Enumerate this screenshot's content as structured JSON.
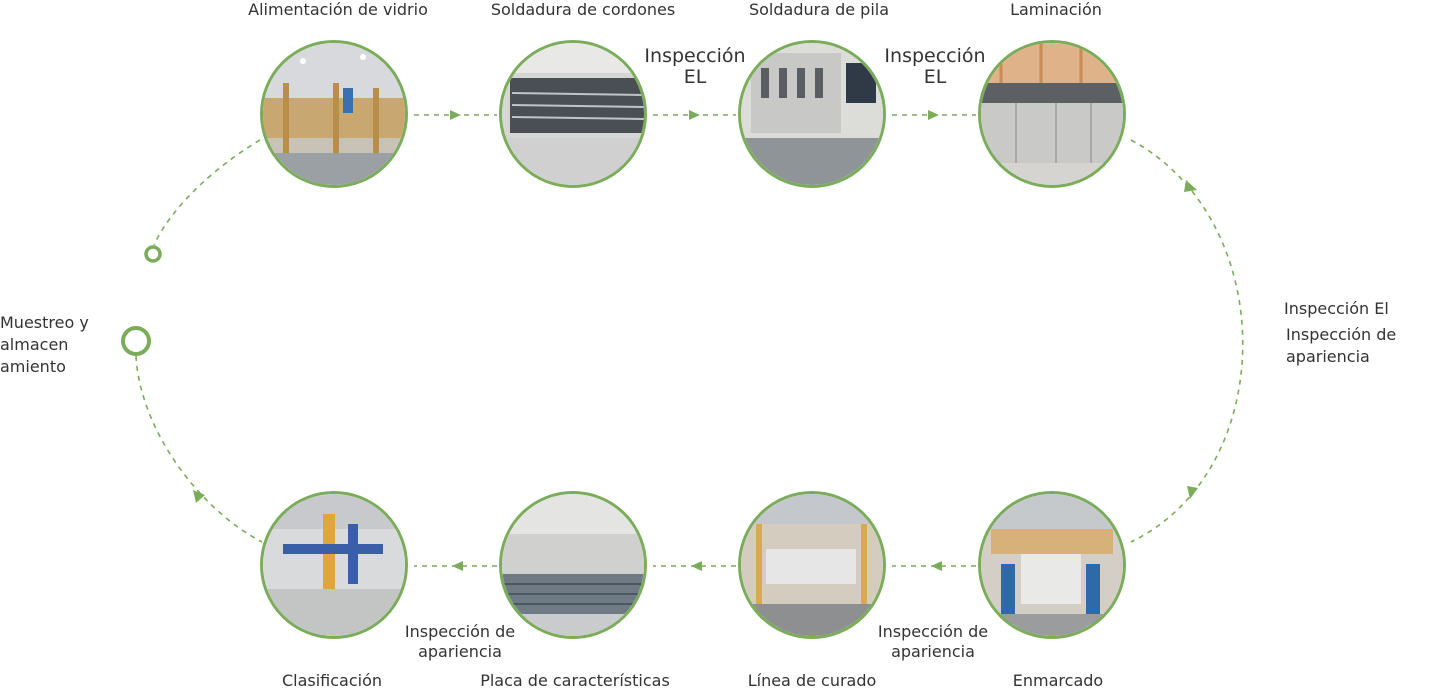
{
  "colors": {
    "accent": "#7aac5a",
    "text": "#333333"
  },
  "top_row": [
    {
      "label": "Alimentación de vidrio",
      "icon": "glass-loading-photo"
    },
    {
      "label": "Soldadura de cordones",
      "icon": "string-welding-photo"
    },
    {
      "label": "Soldadura de pila",
      "icon": "stack-welding-photo"
    },
    {
      "label": "Laminación",
      "icon": "lamination-photo"
    }
  ],
  "bottom_row": [
    {
      "label": "Clasificación",
      "icon": "sorting-photo"
    },
    {
      "label": "Placa de características",
      "icon": "nameplate-photo"
    },
    {
      "label": "Línea de curado",
      "icon": "curing-line-photo"
    },
    {
      "label": "Enmarcado",
      "icon": "framing-photo"
    }
  ],
  "inspections": {
    "el_1": [
      "Inspección",
      "EL"
    ],
    "el_2": [
      "Inspección",
      "EL"
    ],
    "right_1": "Inspección El",
    "right_2": [
      "Inspección de",
      "apariencia"
    ],
    "bottom_1": [
      "Inspección de",
      "apariencia"
    ],
    "bottom_2": [
      "Inspección de",
      "apariencia"
    ]
  },
  "final_step": [
    "Muestreo y",
    "almacen",
    "amiento"
  ]
}
